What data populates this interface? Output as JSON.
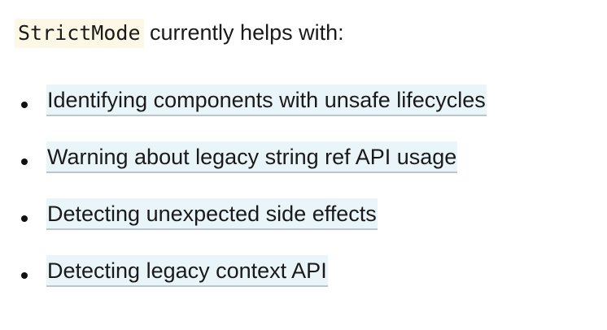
{
  "page": {
    "background_color": "#ffffff",
    "text_color": "#1a1a1a"
  },
  "intro": {
    "code_term": "StrictMode",
    "code_background_color": "#fdf8e6",
    "tail_text": " currently helps with:"
  },
  "highlight": {
    "background_color": "#eaf5fa",
    "underline_color": "#b9c6cb"
  },
  "bullets": {
    "marker_glyph": "•",
    "items": [
      {
        "label": "Identifying components with unsafe lifecycles"
      },
      {
        "label": "Warning about legacy string ref API usage"
      },
      {
        "label": "Detecting unexpected side effects"
      },
      {
        "label": "Detecting legacy context API"
      }
    ]
  }
}
